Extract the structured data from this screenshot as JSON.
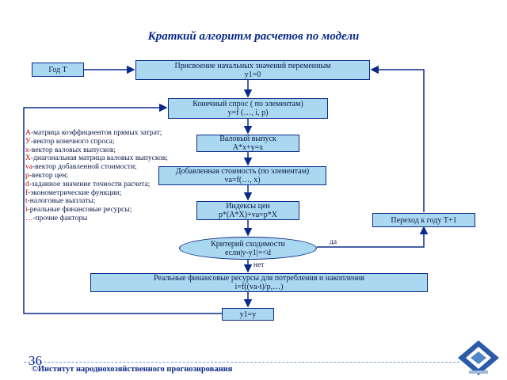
{
  "title": "Краткий алгоритм расчетов  по модели",
  "boxes": {
    "year": "Год Т",
    "assign_line1": "Присвоение начальных значений переменным",
    "assign_line2": "y1=0",
    "demand_line1": "Конечный спрос ( по элементам)",
    "demand_line2": "y=f (…, i, p)",
    "gross_line1": "Валовый выпуск",
    "gross_line2": "A*x+y=x",
    "value_added_line1": "Добавленная стоимость (по элементам)",
    "value_added_line2": "va=f(…, x)",
    "prices_line1": "Индексы цен",
    "prices_line2": "p*(A*X)+va=p*X",
    "criterion_line1": "Критерий сходимости",
    "criterion_line2": "если|y-y1|=<d",
    "resources_line1": "Реальные финансовые ресурсы для потребления и накопления",
    "resources_line2": "i=f((va-t)/p,…)",
    "assign_y1": "y1=y",
    "next_year": "Переход к году Т+1"
  },
  "edge_labels": {
    "yes": "да",
    "no": "нет"
  },
  "legend": [
    {
      "key": "А",
      "text": "-матрица коэффициентов прямых затрат;"
    },
    {
      "key": "У",
      "text": "-вектор конечного спроса;"
    },
    {
      "key": "x",
      "text": "-вектор валовых выпусков;"
    },
    {
      "key": "Х",
      "text": "-диагональная матрица валовых выпусков;"
    },
    {
      "key": "va",
      "text": "-вектор добавленной стоимости;"
    },
    {
      "key": "p",
      "text": "-вектор цен;"
    },
    {
      "key": "d",
      "text": "-заданное значение точности расчета;"
    },
    {
      "key": "f",
      "text": "-эконометрические функции;"
    },
    {
      "key": "t",
      "text": "-налоговые выплаты;"
    },
    {
      "key": "i",
      "text": "-реальные финансовые ресурсы;"
    },
    {
      "key": "…",
      "text": "-прочие факторы"
    }
  ],
  "page_number": "36",
  "footer": "©Институт народнохозяйственного прогнозирования",
  "colors": {
    "box_fill": "#a9d8f0",
    "border": "#0a2a8a",
    "legend_key": "#c00000"
  }
}
